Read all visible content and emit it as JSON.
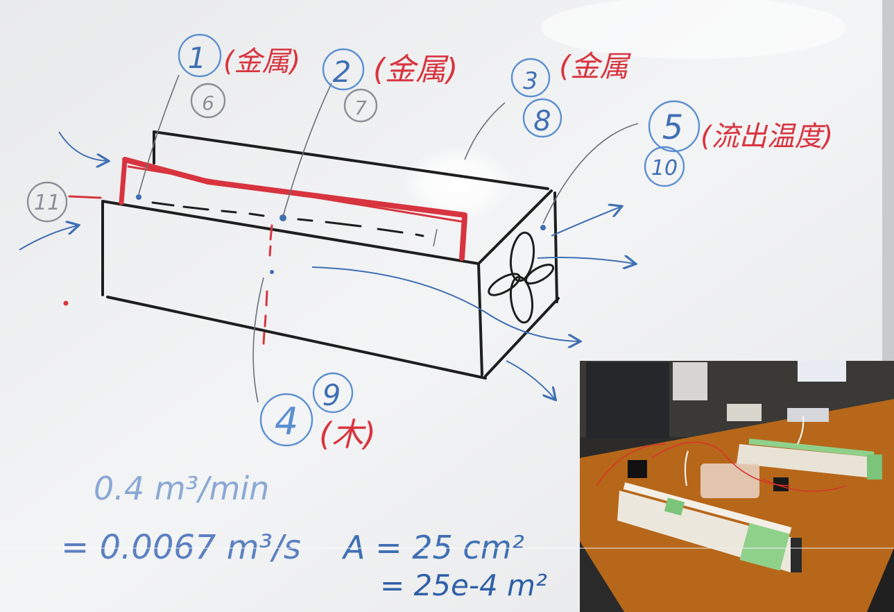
{
  "sensors": {
    "s1": "1",
    "s6": "6",
    "s2": "2",
    "s7": "7",
    "s3": "3",
    "s8": "8",
    "s5": "5",
    "s10": "10",
    "s11": "11",
    "s4": "4",
    "s9": "9"
  },
  "labels": {
    "metal_1": "(金属)",
    "metal_2": "(金属)",
    "metal_3": "(金属",
    "outflow_temp": "(流出温度)",
    "wood": "(木)"
  },
  "formulas": {
    "line1": "0.4 m³/min",
    "line2": "= 0.0067 m³/s",
    "area1": "A = 25 cm²",
    "area2": "= 25e-4 m²"
  },
  "colors": {
    "black_marker": "#1e1e1e",
    "red_marker": "#d8343f",
    "blue_marker": "#3f6fb4",
    "board": "#f1f2f3",
    "table": "#b76a1c"
  }
}
